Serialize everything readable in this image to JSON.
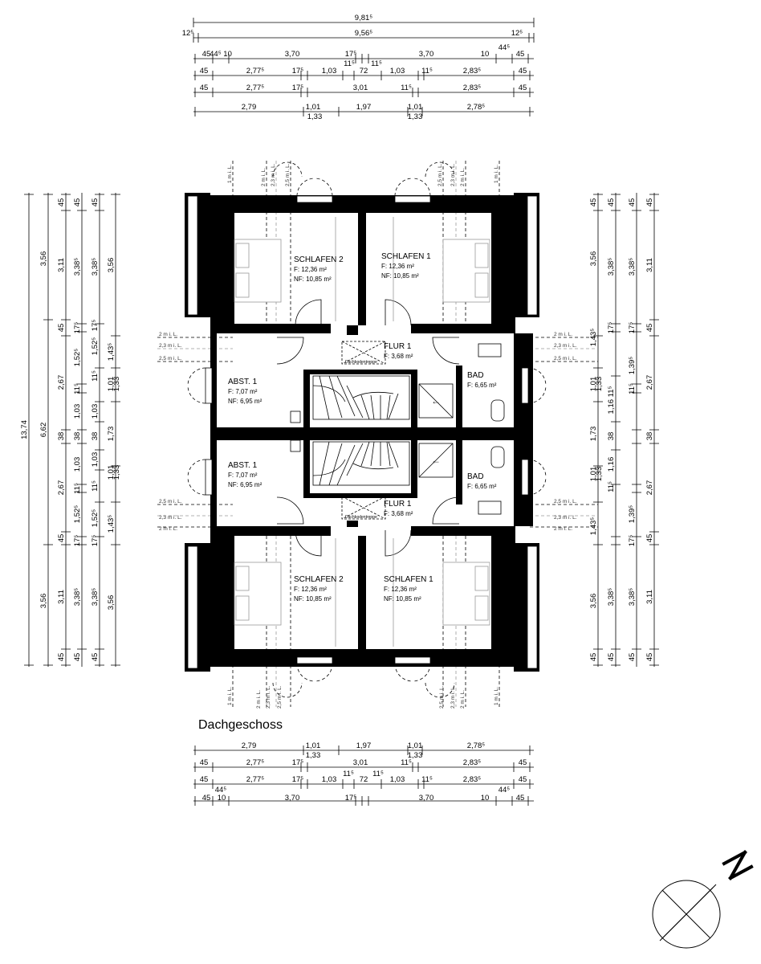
{
  "title": "Dachgeschoss",
  "rooms": {
    "schlafen2_top": {
      "name": "SCHLAFEN 2",
      "f": "F: 12,36 m²",
      "nf": "NF: 10,85 m²"
    },
    "schlafen1_top": {
      "name": "SCHLAFEN 1",
      "f": "F: 12,36 m²",
      "nf": "NF: 10,85 m²"
    },
    "flur1_top": {
      "name": "FLUR 1",
      "f": "F: 3,68 m²",
      "hatch": "Dachbodentreppe"
    },
    "abst1_top": {
      "name": "ABST. 1",
      "f": "F: 7,07 m²",
      "nf": "NF: 6,95 m²"
    },
    "bad_top": {
      "name": "BAD",
      "f": "F: 6,65 m²"
    },
    "abst1_bot": {
      "name": "ABST. 1",
      "f": "F: 7,07 m²",
      "nf": "NF: 6,95 m²"
    },
    "bad_bot": {
      "name": "BAD",
      "f": "F: 6,65 m²"
    },
    "flur1_bot": {
      "name": "FLUR 1",
      "f": "F: 3,68 m²",
      "hatch": "Dachbodentreppe"
    },
    "schlafen2_bot": {
      "name": "SCHLAFEN 2",
      "f": "F: 12,36 m²",
      "nf": "NF: 10,85 m²"
    },
    "schlafen1_bot": {
      "name": "SCHLAFEN 1",
      "f": "F: 12,36 m²",
      "nf": "NF: 10,85 m²"
    }
  },
  "dims_top": [
    [
      "9,81⁵"
    ],
    [
      "12⁵",
      "9,56⁵",
      "12⁵"
    ],
    [
      "45",
      "44⁵ 10",
      "3,70",
      "17⁵",
      "11⁵",
      "11⁵",
      "3,70",
      "10",
      "44⁵",
      "45"
    ],
    [
      "45",
      "2,77⁵",
      "17⁵",
      "1,03",
      "72",
      "1,03",
      "11⁵",
      "2,83⁵",
      "45"
    ],
    [
      "45",
      "2,77⁵",
      "17⁵",
      "3,01",
      "11⁵",
      "2,83⁵",
      "45"
    ],
    [
      "2,79",
      "1,01",
      "1,97",
      "1,01",
      "2,78⁵"
    ],
    [
      "1,33",
      "1,33"
    ]
  ],
  "dims_bottom": [
    [
      "2,79",
      "1,01",
      "1,97",
      "1,01",
      "2,78⁵"
    ],
    [
      "1,33",
      "1,33"
    ],
    [
      "45",
      "2,77⁵",
      "17⁵",
      "3,01",
      "11⁵",
      "2,83⁵",
      "45"
    ],
    [
      "45",
      "2,77⁵",
      "17⁵",
      "1,03",
      "11⁵",
      "72",
      "11⁵",
      "1,03",
      "11⁵",
      "2,83⁵",
      "45"
    ],
    [
      "44⁵",
      "45",
      "10",
      "3,70",
      "17⁵",
      "3,70",
      "10",
      "44⁵",
      "45"
    ]
  ],
  "dims_left": {
    "total": "13,74",
    "c2": [
      "3,56",
      "6,62",
      "3,56"
    ],
    "c3": [
      "45",
      "3,11",
      "45",
      "2,67",
      "38",
      "2,67",
      "45",
      "3,11",
      "45"
    ],
    "c4": [
      "45",
      "3,38⁵",
      "17⁵",
      "1,52⁵",
      "11⁵",
      "1,03",
      "38",
      "1,03",
      "11⁵",
      "1,52⁵",
      "17⁵",
      "3,38⁵",
      "45"
    ],
    "c5": [
      "45",
      "3,56",
      "1,43⁵",
      "1,01",
      "1,33",
      "1,73",
      "1,01",
      "1,33",
      "1,43⁵",
      "3,56",
      "45"
    ]
  },
  "dims_right": {
    "c1": [
      "45",
      "3,56",
      "1,43⁵",
      "1,01",
      "1,33",
      "1,73",
      "1,01",
      "1,33",
      "1,43⁵",
      "3,56",
      "45"
    ],
    "c2": [
      "45",
      "3,38⁵",
      "17⁵",
      "1,16 11⁵",
      "38",
      "1,16",
      "11⁵",
      "3,38⁵",
      "45"
    ],
    "c3": [
      "45",
      "3,38⁵",
      "17⁵",
      "1,39⁵",
      "11⁵",
      "1,39⁵",
      "17⁵",
      "3,38⁵",
      "45"
    ],
    "c4": [
      "45",
      "3,11",
      "45",
      "2,67",
      "38",
      "2,67",
      "45",
      "3,11",
      "45"
    ]
  },
  "mil": {
    "m1": "1 m i. L.",
    "m2": "2 m i. L.",
    "m23": "2,3 m i. L.",
    "m25": "2,5 m i. L."
  }
}
